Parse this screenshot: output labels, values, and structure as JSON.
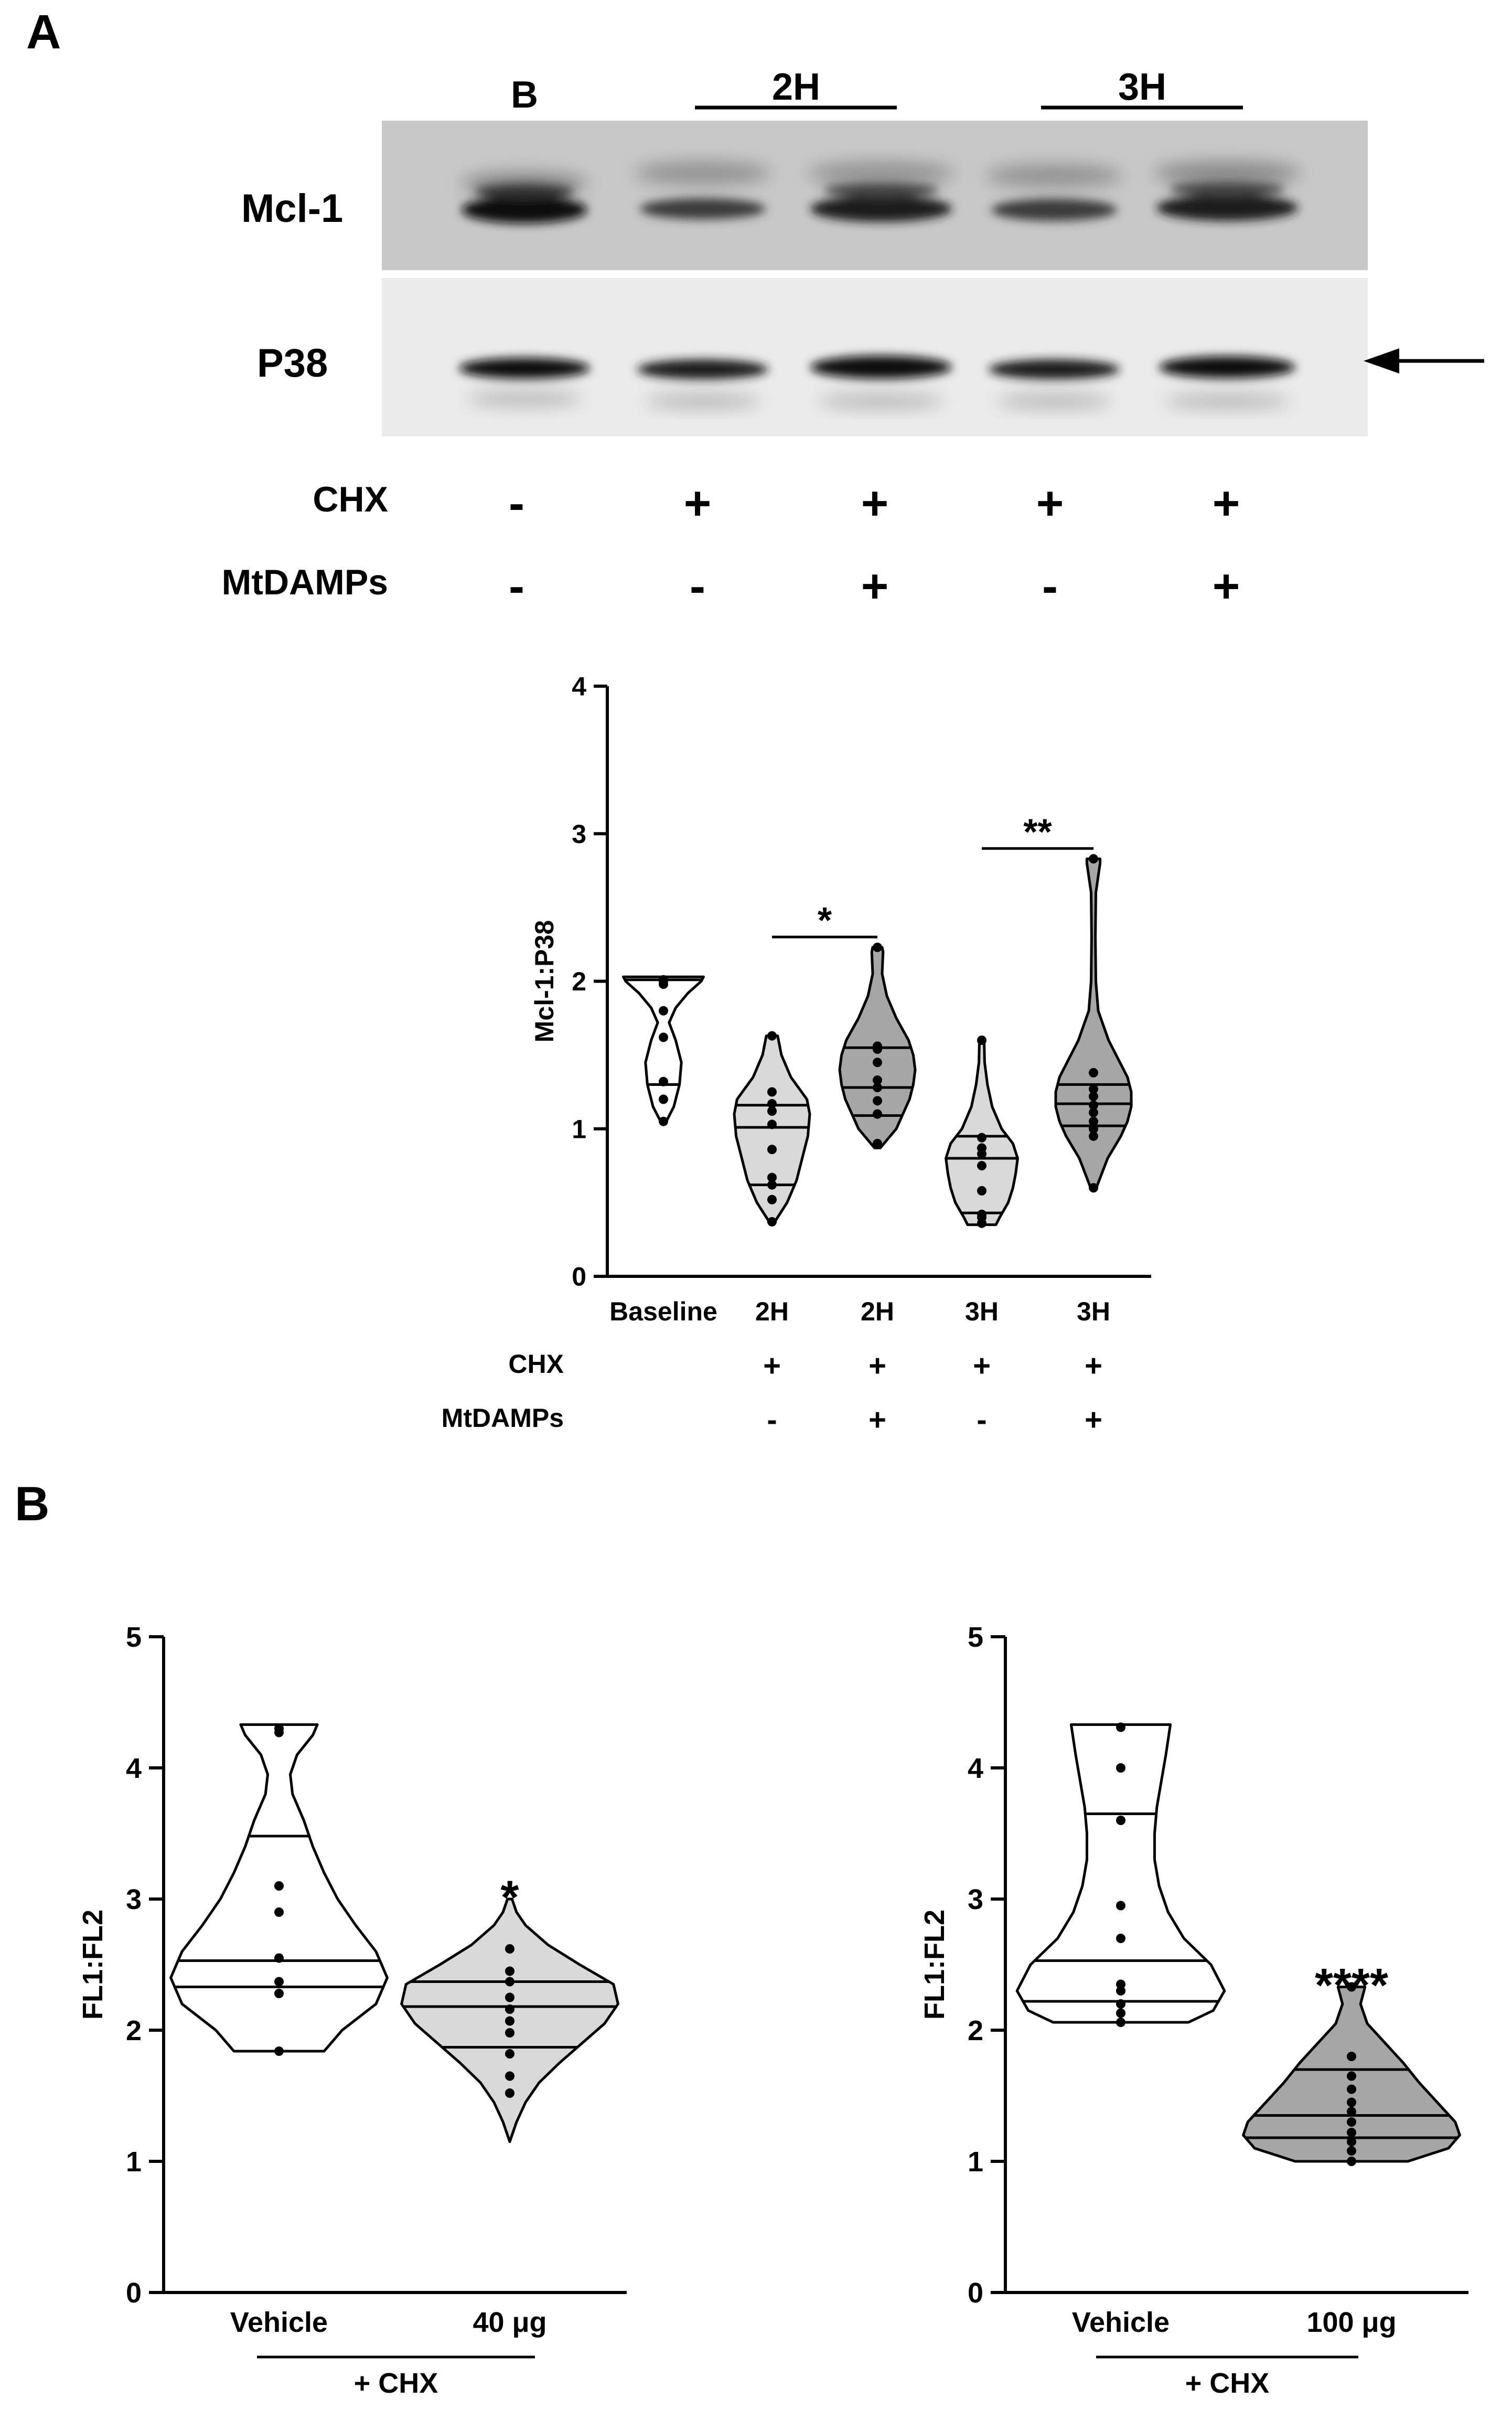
{
  "panel_labels": {
    "a": "A",
    "b": "B"
  },
  "blot": {
    "lane_header_baseline": "B",
    "group_2h": "2H",
    "group_3h": "3H",
    "row_mcl1": "Mcl-1",
    "row_p38": "P38",
    "treatments": [
      {
        "name": "CHX",
        "marks": [
          "-",
          "+",
          "+",
          "+",
          "+"
        ]
      },
      {
        "name": "MtDAMPs",
        "marks": [
          "-",
          "-",
          "+",
          "-",
          "+"
        ]
      }
    ]
  },
  "chart_data": [
    {
      "type": "violin",
      "panel": "A",
      "ylabel": "Mcl-1:P38",
      "ylim": [
        0,
        4
      ],
      "yticks": [
        0,
        1,
        2,
        3,
        4
      ],
      "categories": [
        "Baseline",
        "2H",
        "2H",
        "3H",
        "3H"
      ],
      "treatment_rows": [
        {
          "name": "CHX",
          "marks": [
            "",
            "+",
            "+",
            "+",
            "+"
          ]
        },
        {
          "name": "MtDAMPs",
          "marks": [
            "",
            "-",
            "+",
            "-",
            "+"
          ]
        }
      ],
      "fill_colors": [
        "#ffffff",
        "#d9d9d9",
        "#a6a6a6",
        "#d9d9d9",
        "#a6a6a6"
      ],
      "violins": [
        {
          "min": 1.05,
          "max": 2.03,
          "q1": 1.3,
          "median": 1.3,
          "q3": 2.01,
          "profile": [
            [
              1.05,
              0.06
            ],
            [
              1.15,
              0.22
            ],
            [
              1.3,
              0.34
            ],
            [
              1.45,
              0.38
            ],
            [
              1.6,
              0.26
            ],
            [
              1.72,
              0.12
            ],
            [
              1.82,
              0.26
            ],
            [
              1.92,
              0.52
            ],
            [
              2.0,
              0.8
            ],
            [
              2.03,
              0.85
            ]
          ],
          "points": [
            1.05,
            1.2,
            1.32,
            1.62,
            1.8,
            1.98,
            2.0,
            2.01
          ]
        },
        {
          "min": 0.37,
          "max": 1.63,
          "q1": 0.62,
          "median": 1.01,
          "q3": 1.16,
          "profile": [
            [
              0.37,
              0.06
            ],
            [
              0.5,
              0.32
            ],
            [
              0.65,
              0.52
            ],
            [
              0.8,
              0.64
            ],
            [
              0.95,
              0.76
            ],
            [
              1.1,
              0.8
            ],
            [
              1.2,
              0.74
            ],
            [
              1.35,
              0.4
            ],
            [
              1.5,
              0.2
            ],
            [
              1.63,
              0.12
            ]
          ],
          "points": [
            0.37,
            0.52,
            0.62,
            0.67,
            0.86,
            1.03,
            1.12,
            1.17,
            1.25,
            1.63
          ]
        },
        {
          "min": 0.87,
          "max": 2.23,
          "q1": 1.09,
          "median": 1.28,
          "q3": 1.55,
          "profile": [
            [
              0.87,
              0.06
            ],
            [
              1.0,
              0.4
            ],
            [
              1.1,
              0.54
            ],
            [
              1.2,
              0.68
            ],
            [
              1.3,
              0.76
            ],
            [
              1.4,
              0.8
            ],
            [
              1.5,
              0.76
            ],
            [
              1.6,
              0.66
            ],
            [
              1.75,
              0.4
            ],
            [
              1.9,
              0.2
            ],
            [
              2.05,
              0.1
            ],
            [
              2.2,
              0.12
            ],
            [
              2.23,
              0.1
            ]
          ],
          "points": [
            0.9,
            1.1,
            1.19,
            1.28,
            1.33,
            1.45,
            1.54,
            1.56,
            2.23
          ]
        },
        {
          "min": 0.35,
          "max": 1.6,
          "q1": 0.43,
          "median": 0.8,
          "q3": 0.95,
          "profile": [
            [
              0.35,
              0.3
            ],
            [
              0.4,
              0.38
            ],
            [
              0.5,
              0.56
            ],
            [
              0.6,
              0.66
            ],
            [
              0.7,
              0.72
            ],
            [
              0.8,
              0.76
            ],
            [
              0.9,
              0.66
            ],
            [
              1.0,
              0.42
            ],
            [
              1.15,
              0.22
            ],
            [
              1.3,
              0.12
            ],
            [
              1.45,
              0.06
            ],
            [
              1.6,
              0.05
            ]
          ],
          "points": [
            0.36,
            0.4,
            0.42,
            0.58,
            0.75,
            0.83,
            0.87,
            0.94,
            1.6
          ]
        },
        {
          "min": 0.6,
          "max": 2.83,
          "q1": 1.02,
          "median": 1.17,
          "q3": 1.3,
          "profile": [
            [
              0.6,
              0.06
            ],
            [
              0.8,
              0.3
            ],
            [
              0.95,
              0.58
            ],
            [
              1.05,
              0.72
            ],
            [
              1.15,
              0.8
            ],
            [
              1.25,
              0.8
            ],
            [
              1.35,
              0.72
            ],
            [
              1.45,
              0.56
            ],
            [
              1.6,
              0.32
            ],
            [
              1.8,
              0.1
            ],
            [
              2.0,
              0.05
            ],
            [
              2.3,
              0.04
            ],
            [
              2.6,
              0.05
            ],
            [
              2.8,
              0.14
            ],
            [
              2.83,
              0.14
            ]
          ],
          "points": [
            0.6,
            0.95,
            1.0,
            1.05,
            1.11,
            1.16,
            1.22,
            1.27,
            1.38,
            2.83
          ]
        }
      ],
      "annotations": [
        {
          "text": "*",
          "from": 1,
          "to": 2,
          "y": 2.3
        },
        {
          "text": "**",
          "from": 3,
          "to": 4,
          "y": 2.9
        }
      ]
    },
    {
      "type": "violin",
      "panel": "B",
      "ylabel": "FL1:FL2",
      "ylim": [
        0,
        5
      ],
      "yticks": [
        0,
        1,
        2,
        3,
        4,
        5
      ],
      "categories": [
        "Vehicle",
        "40 μg"
      ],
      "group_label": "+ CHX",
      "fill_colors": [
        "#ffffff",
        "#d9d9d9"
      ],
      "violins": [
        {
          "min": 1.84,
          "max": 4.33,
          "q1": 2.33,
          "median": 2.53,
          "q3": 3.48,
          "profile": [
            [
              1.84,
              0.4
            ],
            [
              2.0,
              0.56
            ],
            [
              2.2,
              0.86
            ],
            [
              2.4,
              0.96
            ],
            [
              2.6,
              0.86
            ],
            [
              2.8,
              0.68
            ],
            [
              3.0,
              0.52
            ],
            [
              3.2,
              0.4
            ],
            [
              3.4,
              0.3
            ],
            [
              3.6,
              0.22
            ],
            [
              3.8,
              0.12
            ],
            [
              3.95,
              0.1
            ],
            [
              4.1,
              0.16
            ],
            [
              4.25,
              0.3
            ],
            [
              4.33,
              0.34
            ]
          ],
          "points": [
            1.84,
            2.28,
            2.37,
            2.55,
            2.9,
            3.1,
            4.27,
            4.3
          ]
        },
        {
          "min": 1.15,
          "max": 3.0,
          "q1": 1.87,
          "median": 2.18,
          "q3": 2.37,
          "profile": [
            [
              1.15,
              0.0
            ],
            [
              1.3,
              0.06
            ],
            [
              1.45,
              0.14
            ],
            [
              1.6,
              0.26
            ],
            [
              1.75,
              0.44
            ],
            [
              1.9,
              0.64
            ],
            [
              2.05,
              0.84
            ],
            [
              2.2,
              0.96
            ],
            [
              2.35,
              0.92
            ],
            [
              2.5,
              0.62
            ],
            [
              2.65,
              0.34
            ],
            [
              2.8,
              0.14
            ],
            [
              2.9,
              0.06
            ],
            [
              3.0,
              0.02
            ]
          ],
          "points": [
            1.52,
            1.65,
            1.82,
            1.98,
            2.07,
            2.16,
            2.25,
            2.37,
            2.45,
            2.62
          ]
        }
      ],
      "annotations": [
        {
          "text": "*",
          "at": 1
        }
      ]
    },
    {
      "type": "violin",
      "panel": "B",
      "ylabel": "FL1:FL2",
      "ylim": [
        0,
        5
      ],
      "yticks": [
        0,
        1,
        2,
        3,
        4,
        5
      ],
      "categories": [
        "Vehicle",
        "100 μg"
      ],
      "group_label": "+ CHX",
      "fill_colors": [
        "#ffffff",
        "#a6a6a6"
      ],
      "violins": [
        {
          "min": 2.06,
          "max": 4.33,
          "q1": 2.22,
          "median": 2.53,
          "q3": 3.65,
          "profile": [
            [
              2.06,
              0.6
            ],
            [
              2.15,
              0.82
            ],
            [
              2.3,
              0.92
            ],
            [
              2.5,
              0.8
            ],
            [
              2.7,
              0.56
            ],
            [
              2.9,
              0.42
            ],
            [
              3.1,
              0.34
            ],
            [
              3.3,
              0.3
            ],
            [
              3.5,
              0.3
            ],
            [
              3.7,
              0.32
            ],
            [
              3.9,
              0.36
            ],
            [
              4.1,
              0.4
            ],
            [
              4.33,
              0.44
            ]
          ],
          "points": [
            2.06,
            2.13,
            2.2,
            2.3,
            2.35,
            2.7,
            2.95,
            3.6,
            4.0,
            4.31
          ]
        },
        {
          "min": 1.0,
          "max": 2.33,
          "q1": 1.18,
          "median": 1.35,
          "q3": 1.7,
          "profile": [
            [
              1.0,
              0.5
            ],
            [
              1.1,
              0.86
            ],
            [
              1.2,
              0.96
            ],
            [
              1.3,
              0.92
            ],
            [
              1.45,
              0.76
            ],
            [
              1.6,
              0.6
            ],
            [
              1.75,
              0.46
            ],
            [
              1.9,
              0.3
            ],
            [
              2.05,
              0.14
            ],
            [
              2.2,
              0.08
            ],
            [
              2.33,
              0.12
            ]
          ],
          "points": [
            1.0,
            1.08,
            1.15,
            1.22,
            1.3,
            1.38,
            1.45,
            1.55,
            1.65,
            1.8,
            2.33
          ]
        }
      ],
      "annotations": [
        {
          "text": "****",
          "at": 1
        }
      ]
    }
  ]
}
